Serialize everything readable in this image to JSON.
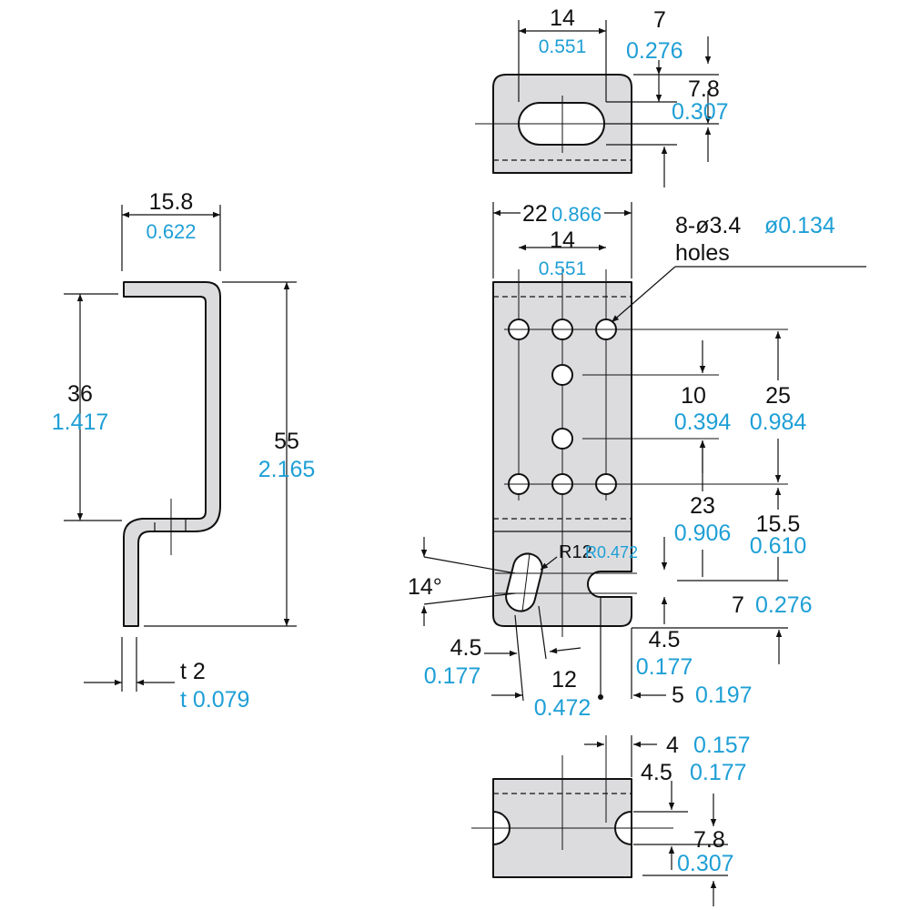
{
  "side_view": {
    "width_mm": "15.8",
    "width_in": "0.622",
    "upper_mm": "36",
    "upper_in": "1.417",
    "height_mm": "55",
    "height_in": "2.165",
    "thick_mm": "t 2",
    "thick_in": "t 0.079"
  },
  "top_view": {
    "slot_span_mm": "14",
    "slot_span_in": "0.551",
    "offset_mm": "7",
    "offset_in": "0.276",
    "slot_w_mm": "7.8",
    "slot_w_in": "0.307"
  },
  "front_view": {
    "width_mm": "22",
    "width_in": "0.866",
    "hole_span_mm": "14",
    "hole_span_in": "0.551",
    "holes_mm": "8-ø3.4",
    "holes_in": "ø0.134",
    "holes_word": "holes",
    "pitch_mm": "10",
    "pitch_in": "0.394",
    "span_mm": "25",
    "span_in": "0.984",
    "dist23_mm": "23",
    "dist23_in": "0.906",
    "dist155_mm": "15.5",
    "dist155_in": "0.610",
    "radius_mm": "R12",
    "radius_in": "R0.472",
    "angle": "14°",
    "slot7_mm": "7",
    "slot7_in": "0.276",
    "off45a_mm": "4.5",
    "off45a_in": "0.177",
    "off45b_mm": "4.5",
    "off45b_in": "0.177",
    "dist12_mm": "12",
    "dist12_in": "0.472",
    "dist5_mm": "5",
    "dist5_in": "0.197"
  },
  "bottom_view": {
    "d4_mm": "4",
    "d4_in": "0.157",
    "d45_mm": "4.5",
    "d45_in": "0.177",
    "slot_w_mm": "7.8",
    "slot_w_in": "0.307"
  }
}
